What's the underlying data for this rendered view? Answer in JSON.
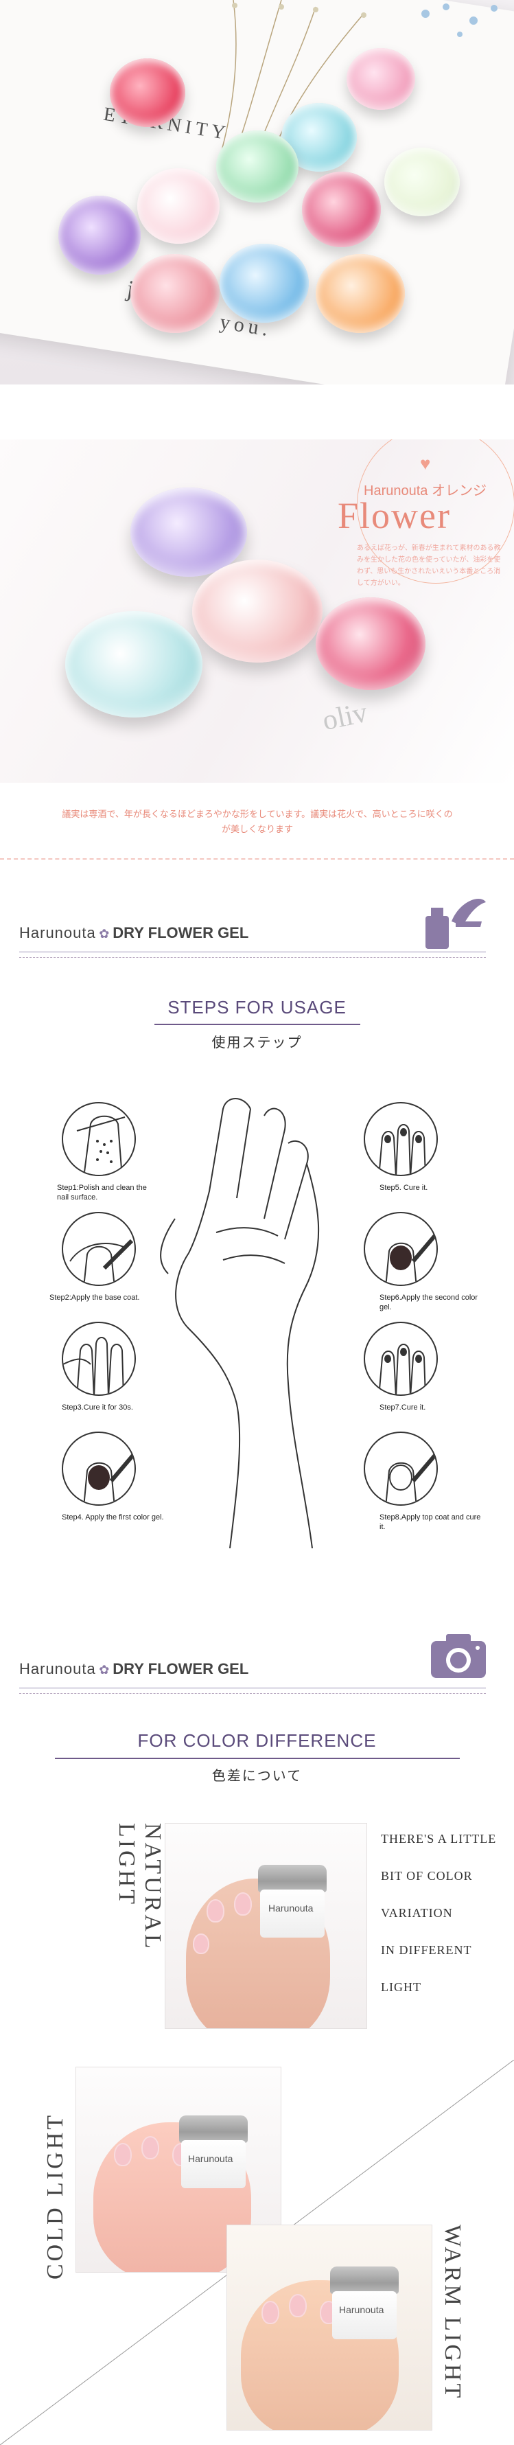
{
  "hero": {
    "card_title": "ETERNITY",
    "card_word1": "ju",
    "card_word2": "you."
  },
  "flower_section": {
    "brand_line": "Harunouta オレンジ",
    "title": "Flower",
    "desc_small": "あるえば花っが、新春が生まれて素材のある教みを生かした花の色を使っていたが、油彩を使わず、思いも生かされたいえいう本番ところ消して方がいい。",
    "caption": "議実は専酒で、年が長くなるほどまろやかな形をしています。議実は花火で、高いところに咲くのが美しくなります"
  },
  "usage": {
    "brand": "Harunouta",
    "product": "DRY FLOWER GEL",
    "title": "STEPS FOR USAGE",
    "subtitle": "使用ステップ",
    "steps_left": [
      {
        "label": "Step1:Polish and clean the nail surface."
      },
      {
        "label": "Step2:Apply the base coat."
      },
      {
        "label": "Step3.Cure it for 30s."
      },
      {
        "label": "Step4. Apply the first color gel."
      }
    ],
    "steps_right": [
      {
        "label": "Step5. Cure it."
      },
      {
        "label": "Step6.Apply the second color gel."
      },
      {
        "label": "Step7.Cure it."
      },
      {
        "label": "Step8.Apply top coat and cure it."
      }
    ]
  },
  "color": {
    "brand": "Harunouta",
    "product": "DRY FLOWER GEL",
    "title": "FOR COLOR DIFFERENCE",
    "subtitle": "色差について",
    "natural_light": "NATURAL LIGHT",
    "cold_light": "COLD LIGHT",
    "warm_light": "WARM LIGHT",
    "note_lines": [
      "THERE'S A LITTLE",
      "BIT OF COLOR",
      "VARIATION",
      "IN DIFFERENT",
      "LIGHT"
    ],
    "jar_label": "Harunouta"
  },
  "colors": {
    "accent_purple": "#6e5a8a",
    "accent_pink": "#e88a7a"
  }
}
